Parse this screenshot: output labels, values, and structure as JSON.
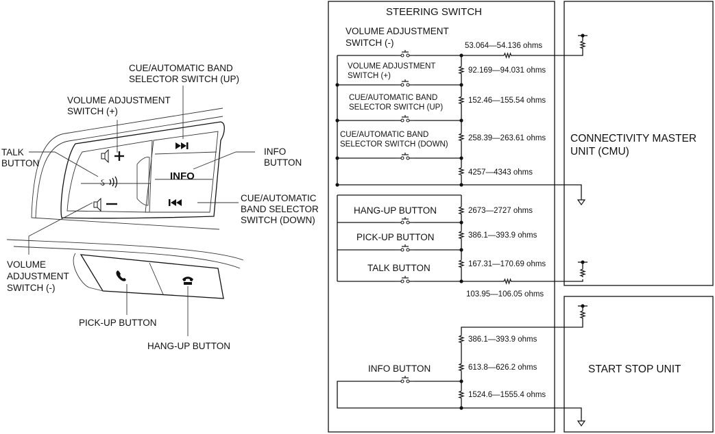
{
  "left_labels": {
    "cue_up": [
      "CUE/AUTOMATIC BAND",
      "SELECTOR SWITCH (UP)"
    ],
    "vol_plus": [
      "VOLUME ADJUSTMENT",
      "SWITCH (+)"
    ],
    "talk": [
      "TALK",
      "BUTTON"
    ],
    "info": [
      "INFO",
      "BUTTON"
    ],
    "cue_down": [
      "CUE/AUTOMATIC",
      "BAND SELECTOR",
      "SWITCH (DOWN)"
    ],
    "vol_minus": [
      "VOLUME",
      "ADJUSTMENT",
      "SWITCH (-)"
    ],
    "pickup": "PICK-UP BUTTON",
    "hangup": "HANG-UP BUTTON",
    "info_key": "INFO"
  },
  "steering_box": {
    "title": "STEERING SWITCH",
    "vol_minus": [
      "VOLUME ADJUSTMENT",
      "SWITCH (-)"
    ],
    "vol_plus": [
      "VOLUME ADJUSTMENT",
      "SWITCH (+)"
    ],
    "cue_up": [
      "CUE/AUTOMATIC BAND",
      "SELECTOR SWITCH (UP)"
    ],
    "cue_down": [
      "CUE/AUTOMATIC BAND",
      "SELECTOR SWITCH (DOWN)"
    ],
    "hangup": "HANG-UP BUTTON",
    "pickup": "PICK-UP BUTTON",
    "talk": "TALK BUTTON",
    "info": "INFO BUTTON"
  },
  "resistances": {
    "r1": "53.064—54.136 ohms",
    "r2": "92.169—94.031 ohms",
    "r3": "152.46—155.54 ohms",
    "r4": "258.39—263.61 ohms",
    "r5": "4257—4343 ohms",
    "r6": "2673—2727 ohms",
    "r7": "386.1—393.9 ohms",
    "r8": "167.31—170.69 ohms",
    "r9": "103.95—106.05 ohms",
    "r10": "386.1—393.9 ohms",
    "r11": "613.8—626.2 ohms",
    "r12": "1524.6—1555.4 ohms"
  },
  "cmu_box": [
    "CONNECTIVITY MASTER",
    "UNIT (CMU)"
  ],
  "start_stop_box": "START STOP UNIT"
}
